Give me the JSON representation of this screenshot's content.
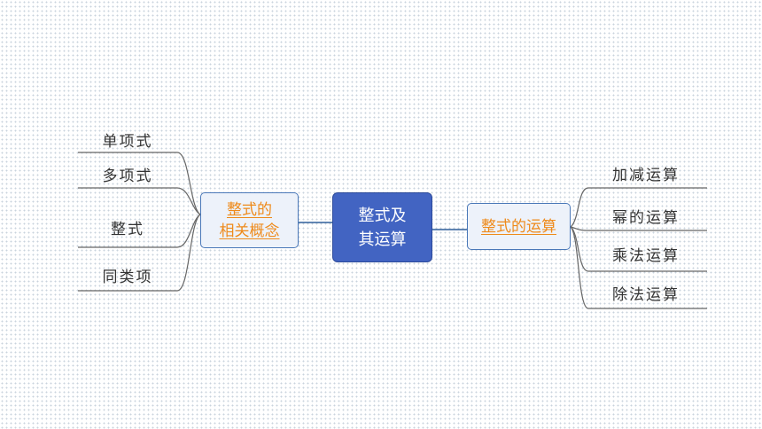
{
  "center": {
    "line1": "整式及",
    "line2": "其运算"
  },
  "left_branch": {
    "line1": "整式的",
    "line2": "相关概念",
    "leaves": [
      "单项式",
      "多项式",
      "整式",
      "同类项"
    ]
  },
  "right_branch": {
    "label": "整式的运算",
    "leaves": [
      "加减运算",
      "幂的运算",
      "乘法运算",
      "除法运算"
    ]
  },
  "colors": {
    "center_fill": "#4264c2",
    "subtopic_fill": "#edf2fa",
    "subtopic_text": "#ee8a1a",
    "line": "#2f5f9a",
    "leaf_line": "#666666"
  }
}
